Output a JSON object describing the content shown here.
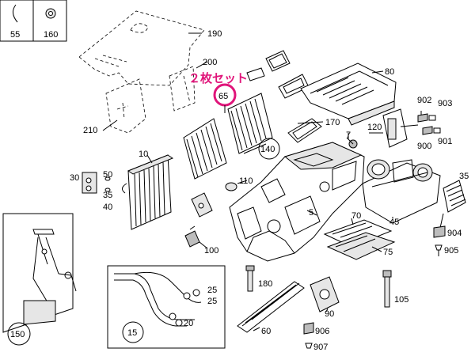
{
  "callouts": {
    "c55": "55",
    "c160": "160",
    "c190": "190",
    "c200": "200",
    "c210": "210",
    "c65": "65",
    "c80": "80",
    "c902": "902",
    "c903": "903",
    "c900": "900",
    "c901": "901",
    "c170": "170",
    "c120": "120",
    "c7": "7",
    "c10": "10",
    "c140": "140",
    "c30": "30",
    "c50": "50",
    "c35": "35",
    "c40": "40",
    "c110": "110",
    "c70": "70",
    "c5": "5",
    "c45": "45",
    "c904": "904",
    "c905": "905",
    "c75": "75",
    "c100": "100",
    "c180": "180",
    "c105": "105",
    "c25a": "25",
    "c25b": "25",
    "c20": "20",
    "c90": "90",
    "c150": "150",
    "c15": "15",
    "c60": "60",
    "c906": "906",
    "c907": "907"
  },
  "annotation": {
    "text": "２枚セット"
  },
  "colors": {
    "highlight": "#e0157a",
    "line": "#000000",
    "fill": "#ffffff"
  }
}
